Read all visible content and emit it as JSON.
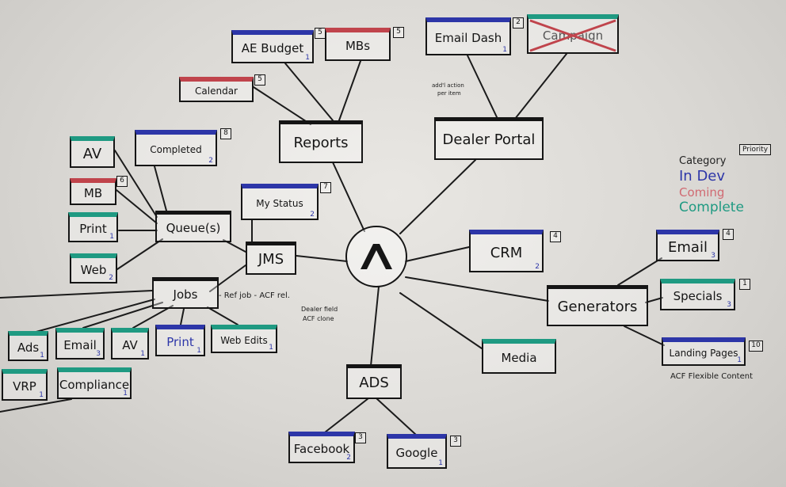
{
  "hub": {
    "icon": "lambda-logo-icon"
  },
  "colors": {
    "in_dev": "#2d36a8",
    "coming": "#c0444c",
    "complete": "#1f9a82",
    "ink": "#151515"
  },
  "legend": {
    "category": "Category",
    "priority": "Priority",
    "in_dev": "In Dev",
    "coming": "Coming",
    "complete": "Complete"
  },
  "nodes": {
    "reports": {
      "label": "Reports"
    },
    "ae_budget": {
      "label": "AE Budget",
      "sub": "1",
      "priority": "5"
    },
    "mbs": {
      "label": "MBs",
      "priority": "5"
    },
    "calendar": {
      "label": "Calendar",
      "priority": "5"
    },
    "dealer_portal": {
      "label": "Dealer Portal"
    },
    "email_dash": {
      "label": "Email Dash",
      "sub": "1",
      "priority": "2"
    },
    "campaign": {
      "label": "Campaign"
    },
    "crm": {
      "label": "CRM",
      "sub": "2",
      "priority": "4"
    },
    "media": {
      "label": "Media"
    },
    "ads": {
      "label": "ADS"
    },
    "facebook": {
      "label": "Facebook",
      "sub": "2",
      "priority": "3"
    },
    "google": {
      "label": "Google",
      "sub": "1",
      "priority": "3"
    },
    "generators": {
      "label": "Generators"
    },
    "gen_email": {
      "label": "Email",
      "sub": "3",
      "priority": "4"
    },
    "specials": {
      "label": "Specials",
      "sub": "3",
      "priority": "1"
    },
    "landing_pages": {
      "label": "Landing Pages",
      "sub": "1",
      "priority": "10"
    },
    "jms": {
      "label": "JMS"
    },
    "my_status": {
      "label": "My Status",
      "sub": "2",
      "priority": "7"
    },
    "queues": {
      "label": "Queue(s)"
    },
    "completed": {
      "label": "Completed",
      "sub": "2",
      "priority": "8"
    },
    "q_av": {
      "label": "AV"
    },
    "q_mb": {
      "label": "MB",
      "priority": "6"
    },
    "q_print": {
      "label": "Print",
      "sub": "1"
    },
    "q_web": {
      "label": "Web",
      "sub": "2"
    },
    "jobs": {
      "label": "Jobs"
    },
    "j_ads": {
      "label": "Ads",
      "sub": "1"
    },
    "j_email": {
      "label": "Email",
      "sub": "3"
    },
    "j_av": {
      "label": "AV",
      "sub": "1"
    },
    "j_print": {
      "label": "Print",
      "sub": "1"
    },
    "j_webedits": {
      "label": "Web Edits",
      "sub": "1"
    },
    "j_vrp": {
      "label": "VRP",
      "sub": "1"
    },
    "j_compliance": {
      "label": "Compliance",
      "sub": "1"
    }
  },
  "notes": {
    "email_dash_note": "add'l action",
    "email_dash_note2": "per item",
    "jobs_note": "- Ref job - ACF rel.",
    "hub_note": "Dealer field",
    "hub_note2": "ACF clone",
    "landing_note": "ACF Flexible Content"
  }
}
